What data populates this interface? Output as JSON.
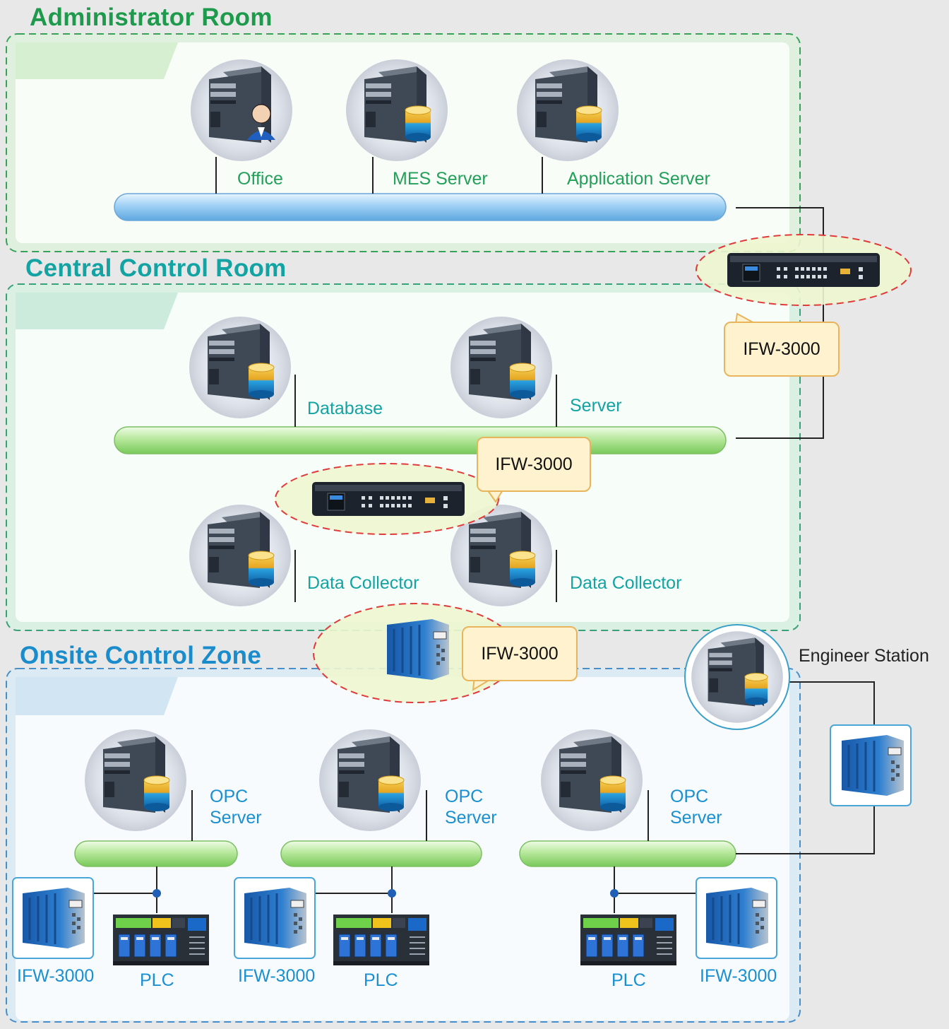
{
  "zones": {
    "administrator": "Administrator Room",
    "central": "Central Control Room",
    "onsite": "Onsite Control Zone"
  },
  "labels": {
    "office": "Office",
    "mes_server": "MES Server",
    "application_server": "Application Server",
    "database": "Database",
    "server": "Server",
    "data_collector_1": "Data Collector",
    "data_collector_2": "Data Collector",
    "engineer_station": "Engineer Station",
    "opc_1": "OPC\nServer",
    "opc_2": "OPC\nServer",
    "opc_3": "OPC\nServer",
    "ifw_1": "IFW-3000",
    "ifw_2": "IFW-3000",
    "ifw_3": "IFW-3000",
    "plc_1": "PLC",
    "plc_2": "PLC",
    "plc_3": "PLC"
  },
  "callouts": {
    "top_firewall": "IFW-3000",
    "middle_firewall": "IFW-3000",
    "bottom_firewall": "IFW-3000"
  },
  "colors": {
    "admin_accent": "#1e9a4c",
    "central_accent": "#13a3a3",
    "onsite_accent": "#1a8ccc",
    "blue_bus": "#9fd0f5",
    "green_bus": "#b7e89c",
    "firewall_highlight": "#e03a3a"
  },
  "icons": {
    "computer": "tower-server-icon",
    "user": "user-icon",
    "database": "database-icon",
    "rack_firewall": "rack-firewall-icon",
    "din_firewall": "din-rail-firewall-icon",
    "plc": "plc-icon"
  }
}
